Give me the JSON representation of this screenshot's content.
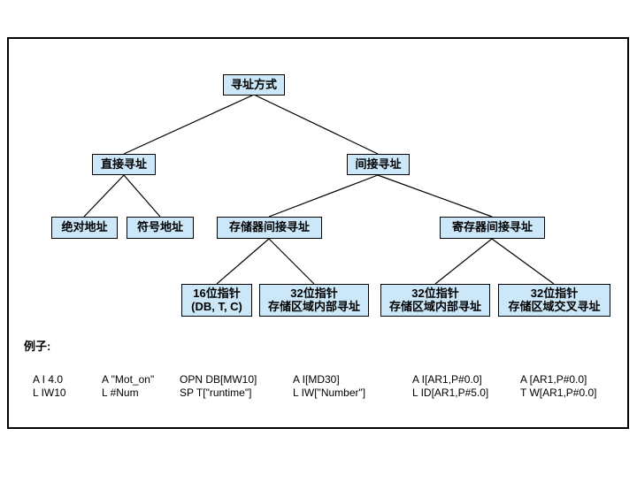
{
  "diagram": {
    "title_node": {
      "label": "寻址方式"
    },
    "level2": [
      {
        "label": "直接寻址"
      },
      {
        "label": "间接寻址"
      }
    ],
    "level3": [
      {
        "label": "绝对地址"
      },
      {
        "label": "符号地址"
      },
      {
        "label": "存储器间接寻址"
      },
      {
        "label": "寄存器间接寻址"
      }
    ],
    "level4": [
      {
        "line1": "16位指针",
        "line2": "(DB, T, C)"
      },
      {
        "line1": "32位指针",
        "line2": "存储区域内部寻址"
      },
      {
        "line1": "32位指针",
        "line2": "存储区域内部寻址"
      },
      {
        "line1": "32位指针",
        "line2": "存储区域交叉寻址"
      }
    ],
    "colors": {
      "node_fill": "#cbe7f8",
      "node_border": "#000000",
      "connector": "#000000",
      "frame": "#000000",
      "text": "#000000"
    }
  },
  "examples": {
    "heading": "例子:",
    "columns": [
      {
        "line1": "A I 4.0",
        "line2": "L IW10"
      },
      {
        "line1": "A \"Mot_on\"",
        "line2": "L #Num"
      },
      {
        "line1": "OPN DB[MW10]",
        "line2": "SP  T[\"runtime\"]"
      },
      {
        "line1": "A I[MD30]",
        "line2": "L IW[\"Number\"]"
      },
      {
        "line1": "A I[AR1,P#0.0]",
        "line2": "L ID[AR1,P#5.0]"
      },
      {
        "line1": "A [AR1,P#0.0]",
        "line2": "T W[AR1,P#0.0]"
      }
    ]
  }
}
